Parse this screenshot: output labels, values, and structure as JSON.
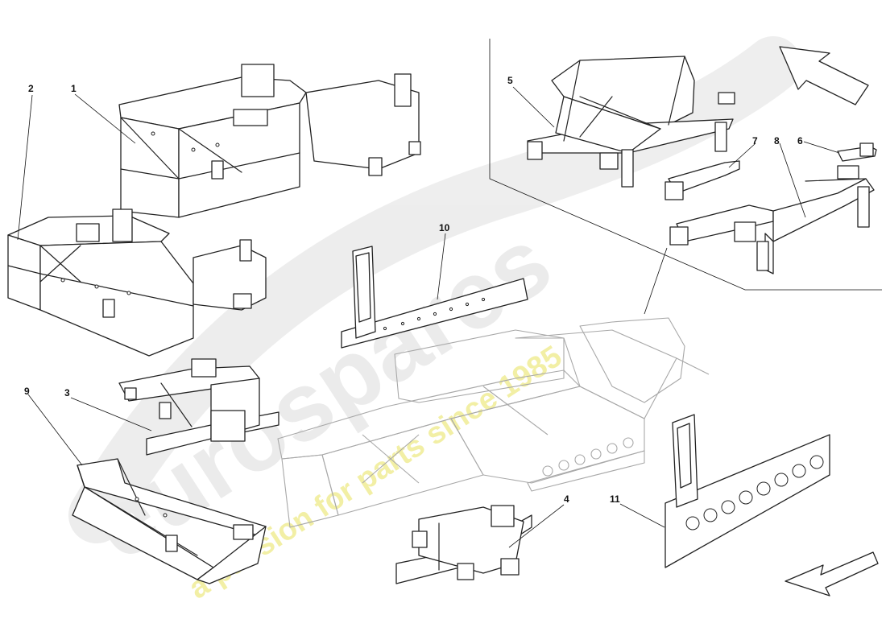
{
  "diagram": {
    "callouts": [
      {
        "id": "1",
        "label": "1"
      },
      {
        "id": "2",
        "label": "2"
      },
      {
        "id": "3",
        "label": "3"
      },
      {
        "id": "4",
        "label": "4"
      },
      {
        "id": "5",
        "label": "5"
      },
      {
        "id": "6",
        "label": "6"
      },
      {
        "id": "7",
        "label": "7"
      },
      {
        "id": "8",
        "label": "8"
      },
      {
        "id": "9",
        "label": "9"
      },
      {
        "id": "10",
        "label": "10"
      },
      {
        "id": "11",
        "label": "11"
      }
    ],
    "watermark": {
      "brand": "eurospares",
      "tagline": "a passion for parts since 1985"
    },
    "arrows": [
      "direction-arrow-upper-right",
      "direction-arrow-lower-right"
    ]
  }
}
